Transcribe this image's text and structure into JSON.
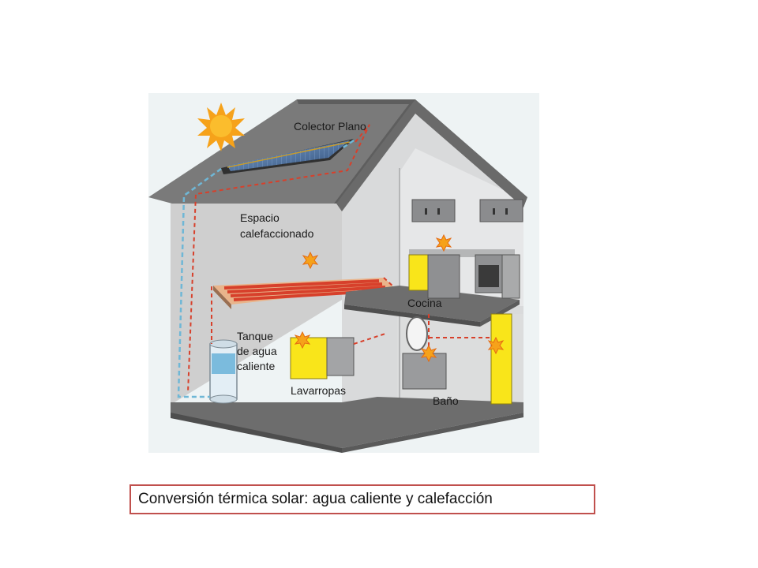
{
  "diagram": {
    "labels": {
      "collector": "Colector Plano",
      "heated_space_line1": "Espacio",
      "heated_space_line2": "calefaccionado",
      "kitchen": "Cocina",
      "tank_line1": "Tanque",
      "tank_line2": "de agua",
      "tank_line3": "caliente",
      "washer": "Lavarropas",
      "bathroom": "Baño"
    },
    "colors": {
      "sky": "#eef3f4",
      "roof": "#7b7b7b",
      "floor": "#6e6e6e",
      "wall": "#d9d9d9",
      "sun": "#f6a21a",
      "yellow": "#f9e51a",
      "hot_pipe": "#d7402b",
      "cold_pipe": "#6fb7d6",
      "collector_glass": "#3a5f8f"
    }
  },
  "caption": "Conversión térmica solar: agua caliente y calefacción"
}
